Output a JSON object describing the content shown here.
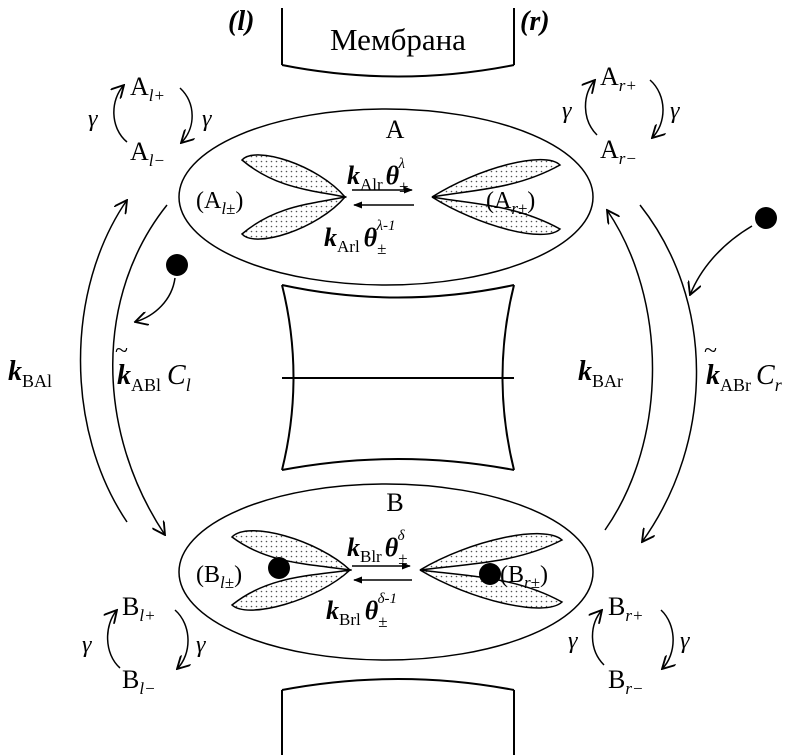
{
  "membrane": {
    "title": "Мембрана",
    "left_side": "(l)",
    "right_side": "(r)"
  },
  "state_A": {
    "label": "A",
    "left_subunit": "(A",
    "left_sub": "l±",
    "right_subunit": "(A",
    "right_sub": "r±",
    "rate_lr": {
      "k": "k",
      "sub": "Alr",
      "theta": "θ",
      "pm": "±",
      "exp": "λ"
    },
    "rate_rl": {
      "k": "k",
      "sub": "Arl",
      "theta": "θ",
      "pm": "±",
      "exp": "λ-1"
    }
  },
  "state_B": {
    "label": "B",
    "left_subunit": "(B",
    "left_sub": "l±",
    "right_subunit": "(B",
    "right_sub": "r±",
    "rate_lr": {
      "k": "k",
      "sub": "Blr",
      "theta": "θ",
      "pm": "±",
      "exp": "δ"
    },
    "rate_rl": {
      "k": "k",
      "sub": "Brl",
      "theta": "θ",
      "pm": "±",
      "exp": "δ-1"
    }
  },
  "corner_states": {
    "A_l_plus": {
      "base": "A",
      "sub": "l+"
    },
    "A_l_minus": {
      "base": "A",
      "sub": "l−"
    },
    "A_r_plus": {
      "base": "A",
      "sub": "r+"
    },
    "A_r_minus": {
      "base": "A",
      "sub": "r−"
    },
    "B_l_plus": {
      "base": "B",
      "sub": "l+"
    },
    "B_l_minus": {
      "base": "B",
      "sub": "l−"
    },
    "B_r_plus": {
      "base": "B",
      "sub": "r+"
    },
    "B_r_minus": {
      "base": "B",
      "sub": "r−"
    },
    "gamma": "γ"
  },
  "transition_rates": {
    "k_BAl": {
      "k": "k",
      "sub": "BAl"
    },
    "k_ABl": {
      "k": "k",
      "tilde": "~",
      "sub": "ABl",
      "conc": "C",
      "conc_sub": "l"
    },
    "k_BAr": {
      "k": "k",
      "sub": "BAr"
    },
    "k_ABr": {
      "k": "k",
      "tilde": "~",
      "sub": "ABr",
      "conc": "C",
      "conc_sub": "r"
    }
  }
}
